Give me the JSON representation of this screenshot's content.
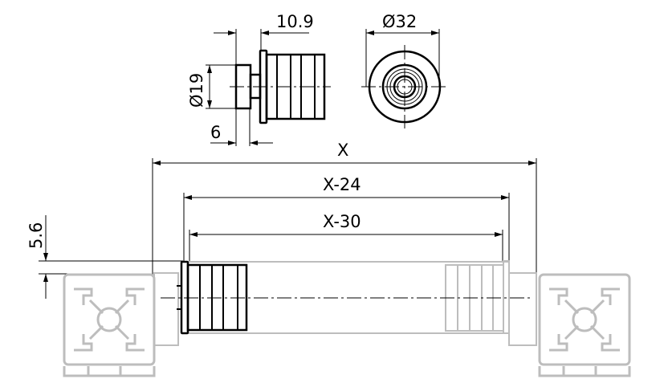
{
  "drawing": {
    "dimensions": {
      "plug_length": "10.9",
      "plug_diameter_small": "Ø19",
      "boss_length": "6",
      "plug_diameter_large": "Ø32",
      "overall": "X",
      "inner_span": "X-24",
      "tube_length": "X-30",
      "offset": "5.6"
    },
    "colors": {
      "line": "#000000",
      "ghost": "#bdbdbd"
    }
  }
}
